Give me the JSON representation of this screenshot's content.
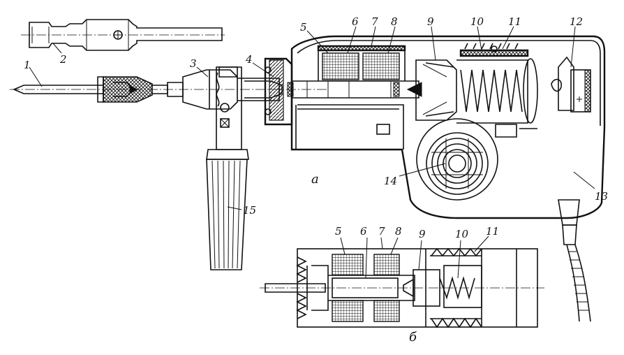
{
  "diagram": {
    "view_labels": {
      "a": "а",
      "b": "б"
    },
    "callouts_a": [
      {
        "id": "c1",
        "text": "1"
      },
      {
        "id": "c2",
        "text": "2"
      },
      {
        "id": "c3",
        "text": "3"
      },
      {
        "id": "c4",
        "text": "4"
      },
      {
        "id": "c5",
        "text": "5"
      },
      {
        "id": "c6",
        "text": "6"
      },
      {
        "id": "c7",
        "text": "7"
      },
      {
        "id": "c8",
        "text": "8"
      },
      {
        "id": "c9",
        "text": "9"
      },
      {
        "id": "c10",
        "text": "10"
      },
      {
        "id": "c11",
        "text": "11"
      },
      {
        "id": "c12",
        "text": "12"
      },
      {
        "id": "c13",
        "text": "13"
      },
      {
        "id": "c14",
        "text": "14"
      },
      {
        "id": "c15",
        "text": "15"
      }
    ],
    "callouts_b": [
      {
        "id": "b5",
        "text": "5"
      },
      {
        "id": "b6",
        "text": "6"
      },
      {
        "id": "b7",
        "text": "7"
      },
      {
        "id": "b8",
        "text": "8"
      },
      {
        "id": "b9",
        "text": "9"
      },
      {
        "id": "b10",
        "text": "10"
      },
      {
        "id": "b11",
        "text": "11"
      }
    ]
  }
}
